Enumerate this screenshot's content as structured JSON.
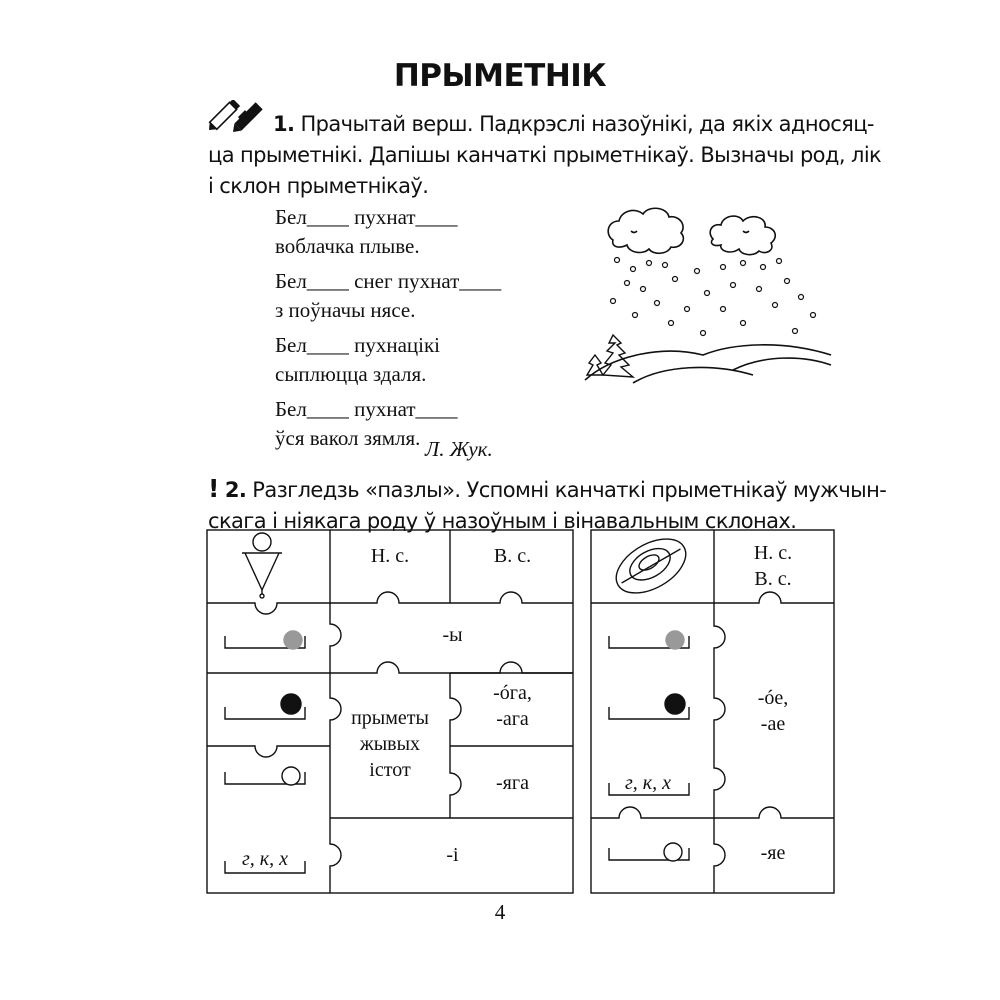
{
  "title": "ПРЫМЕТНІК",
  "task1": {
    "number": "1.",
    "line1": "Прачытай верш. Падкрэслі назоўнікі, да якіх адносяц-",
    "line2": "ца прыметнікі. Дапішы канчаткі прыметнікаў. Вызначы род, лік",
    "line3": "і склон прыметнікаў."
  },
  "poem": {
    "lines": [
      "Бел____ пухнат____",
      "воблачка плыве.",
      "Бел____ снег пухнат____",
      "з поўначы нясе.",
      "Бел____ пухнацікі",
      "сыплюцца здаля.",
      "Бел____ пухнат____",
      "ўся вакол зямля."
    ],
    "author": "Л. Жук."
  },
  "task2": {
    "number": "2.",
    "mark": "!",
    "line1": "Разгледзь «пазлы». Успомні канчаткі прыметнікаў мужчын-",
    "line2": "скага і ніякага роду ў назоўным і вінавальным склонах."
  },
  "puzzle_left": {
    "header_ns": "Н. с.",
    "header_vs": "В. с.",
    "ending_y": "-ы",
    "ending_oga": "-óга,",
    "ending_aga": "-ага",
    "living1": "прыметы",
    "living2": "жывых",
    "living3": "істот",
    "ending_yaga": "-яга",
    "ending_i": "-і",
    "gkh": "г, к, х"
  },
  "puzzle_right": {
    "header_ns": "Н. с.",
    "header_vs": "В. с.",
    "ending_oe": "-óе,",
    "ending_ae": "-ае",
    "ending_yae": "-яе",
    "gkh": "г, к, х"
  },
  "page_number": "4"
}
